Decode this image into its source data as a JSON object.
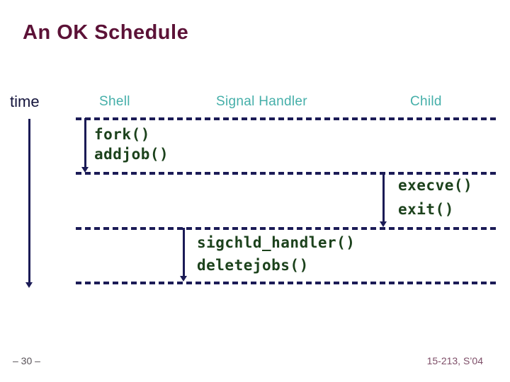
{
  "slide": {
    "title": "An OK Schedule",
    "time_label": "time",
    "columns": [
      {
        "label": "Shell"
      },
      {
        "label": "Signal Handler"
      },
      {
        "label": "Child"
      }
    ],
    "events": {
      "shell": [
        "fork()",
        "addjob()"
      ],
      "child": [
        "execve()",
        "exit()"
      ],
      "signal_handler": [
        "sigchld_handler()",
        "deletejobs()"
      ]
    },
    "timeline": {
      "dashed_divider_count": 4,
      "segments": [
        {
          "column": "Shell",
          "from_divider": 1,
          "to_divider": 2
        },
        {
          "column": "Child",
          "from_divider": 2,
          "to_divider": 3
        },
        {
          "column": "Signal Handler",
          "from_divider": 3,
          "to_divider": 4
        }
      ]
    },
    "footer": {
      "page_number": "– 30 –",
      "course": "15-213, S’04"
    },
    "colors": {
      "title": "#5C1237",
      "column_header": "#45AFA9",
      "code_text": "#1C421C",
      "timeline_line": "#1B1B56",
      "footer_left": "#585258",
      "footer_right": "#7E4E68",
      "background": "#FFFFFF"
    }
  }
}
